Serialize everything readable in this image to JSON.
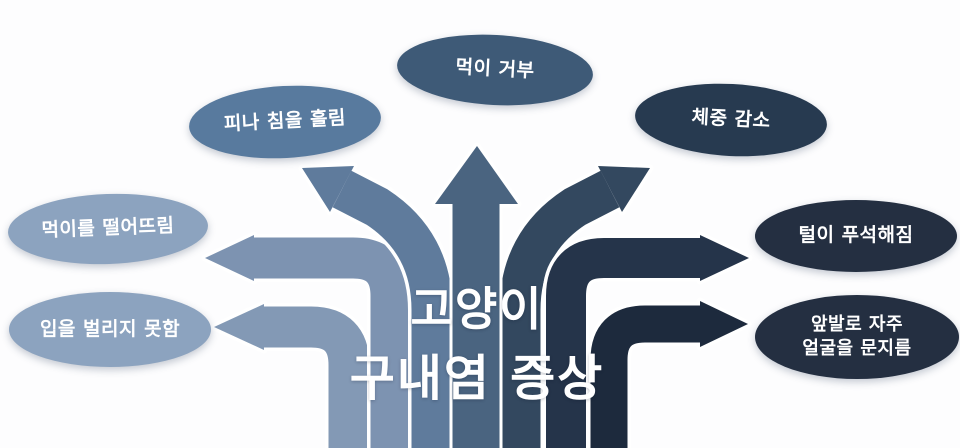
{
  "title": {
    "line1": "고양이",
    "line2": "구내염 증상"
  },
  "bubbles": [
    {
      "id": "food-refusal",
      "label": "먹이 거부",
      "color": "#3e5a77"
    },
    {
      "id": "blood-drool",
      "label": "피나 침을 흘림",
      "color": "#587a9e"
    },
    {
      "id": "drops-food",
      "label": "먹이를 떨어뜨림",
      "color": "#8ca3bf"
    },
    {
      "id": "cannot-open-mouth",
      "label": "입을 벌리지 못함",
      "color": "#8ca3bf"
    },
    {
      "id": "weight-loss",
      "label": "체중 감소",
      "color": "#273a50"
    },
    {
      "id": "dull-fur",
      "label": "털이 푸석해짐",
      "color": "#242f41"
    },
    {
      "id": "rubs-face",
      "label_line1": "앞발로 자주",
      "label_line2": "얼굴을 문지름",
      "color": "#242f41"
    }
  ],
  "arrow_colors": {
    "lower_left": "#8399b5",
    "upper_left": "#7d93b1",
    "diagonal_left": "#5f7b9c",
    "center_up": "#4a6480",
    "diagonal_right": "#33485f",
    "upper_right": "#25344a",
    "lower_right": "#1d2a3d"
  },
  "background": "#fdfdfe"
}
